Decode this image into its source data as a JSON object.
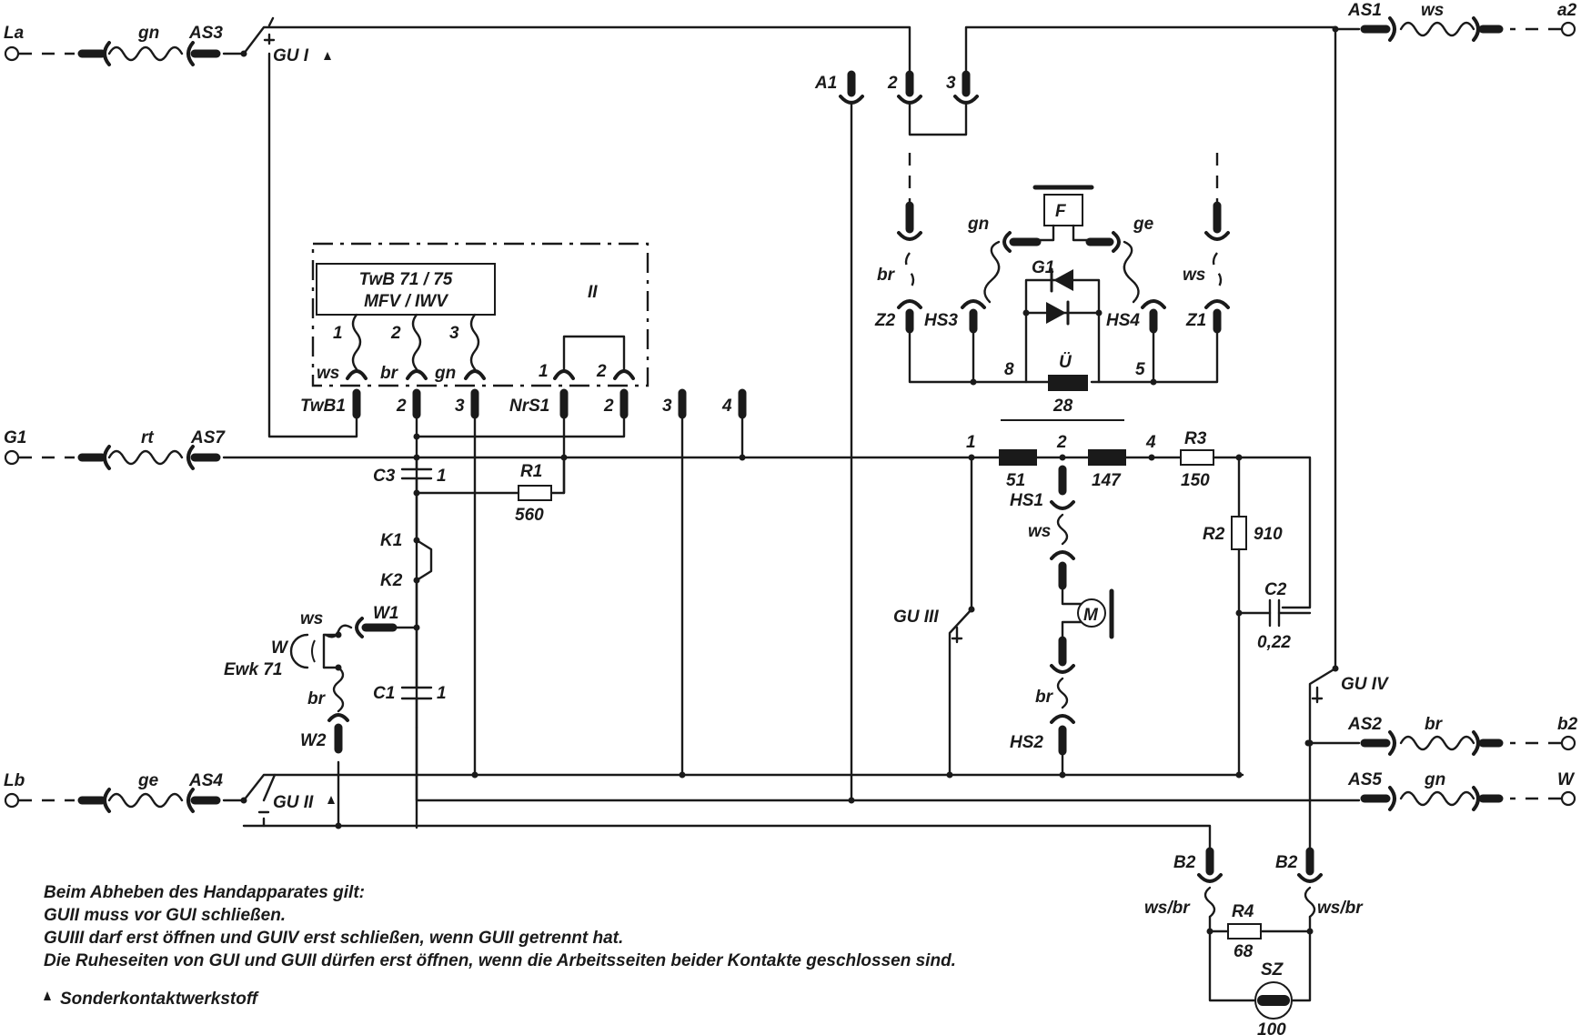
{
  "diagram": {
    "terminals": {
      "left": [
        "La",
        "G1",
        "Lb"
      ],
      "right": [
        "a2",
        "b2",
        "W"
      ]
    },
    "cord_connectors": [
      "AS1",
      "AS2",
      "AS3",
      "AS4",
      "AS5",
      "AS7"
    ],
    "wire_colors": {
      "gn": "gn",
      "ws": "ws",
      "rt": "rt",
      "ge": "ge",
      "br": "br",
      "wsbr": "ws/br"
    },
    "switches": {
      "gu1": "GU I",
      "gu2": "GU II",
      "gu3": "GU III",
      "gu4": "GU IV"
    },
    "keypad_module": {
      "title_line1": "TwB 71 / 75",
      "title_line2": "MFV / IWV",
      "box_label": "II",
      "pins": [
        "1",
        "2",
        "3"
      ],
      "contacts": [
        "ws",
        "br",
        "gn"
      ],
      "nrs_pins": [
        "1",
        "2"
      ]
    },
    "pins": {
      "twb1": "TwB1",
      "p2": "2",
      "p3": "3",
      "nrs1": "NrS1",
      "p2b": "2",
      "p3b": "3",
      "p4": "4",
      "a1": "A1",
      "a2pin": "2",
      "a3pin": "3"
    },
    "components": {
      "c3": "C3",
      "c3_value": "1",
      "c1": "C1",
      "c1_value": "1",
      "r1": "R1",
      "r1_value": "560",
      "k1": "K1",
      "k2": "K2",
      "w1": "W1",
      "w2": "W2",
      "w": "W",
      "ewk": "Ewk 71",
      "r3": "R3",
      "r3_value": "150",
      "r2": "R2",
      "r2_value": "910",
      "c2": "C2",
      "c2_value": "0,22",
      "r4": "R4",
      "r4_value": "68",
      "sz": "SZ",
      "sz_value": "100",
      "m": "M",
      "f": "F",
      "g1": "G1",
      "u": "Ü",
      "u_value": "28",
      "t_pins": [
        "1",
        "2",
        "4"
      ],
      "t_vals": [
        "51",
        "147"
      ],
      "hs1": "HS1",
      "hs2": "HS2",
      "hs3": "HS3",
      "hs4": "HS4",
      "z1": "Z1",
      "z2": "Z2",
      "pin8": "8",
      "pin5": "5",
      "b2": "B2"
    },
    "notes": [
      "Beim Abheben des Handapparates gilt:",
      "GUII muss vor GUI schließen.",
      "GUIII darf erst öffnen und GUIV erst schließen, wenn GUII getrennt hat.",
      "Die Ruheseiten von GUI und GUII dürfen erst öffnen, wenn die Arbeitsseiten beider Kontakte geschlossen sind."
    ],
    "legend": "Sonderkontaktwerkstoff"
  }
}
